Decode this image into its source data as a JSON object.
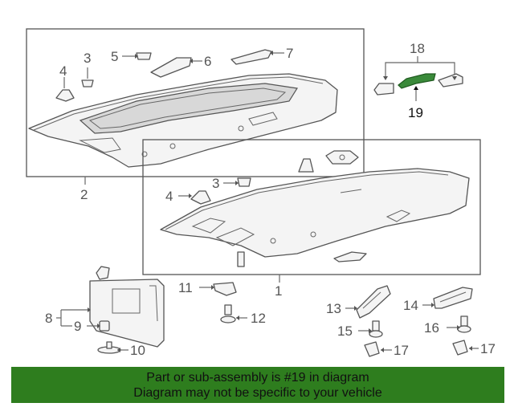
{
  "diagram": {
    "callouts_upper": {
      "c3": "3",
      "c4": "4",
      "c5": "5",
      "c6": "6",
      "c7": "7",
      "c2": "2"
    },
    "callouts_lower": {
      "c3": "3",
      "c4": "4",
      "c1": "1"
    },
    "callouts_right": {
      "c18": "18",
      "c19": "19"
    },
    "callouts_bottom": {
      "c8": "8",
      "c9": "9",
      "c10": "10",
      "c11": "11",
      "c12": "12",
      "c13": "13",
      "c14": "14",
      "c15": "15",
      "c16": "16",
      "c17a": "17",
      "c17b": "17"
    }
  },
  "banner": {
    "line1": "Part or sub-assembly is #19 in diagram",
    "line2": "Diagram may not be specific to your vehicle"
  },
  "colors": {
    "highlight_part": "#3a8a3a",
    "banner_bg": "#2e7d1e",
    "line": "#555555"
  }
}
